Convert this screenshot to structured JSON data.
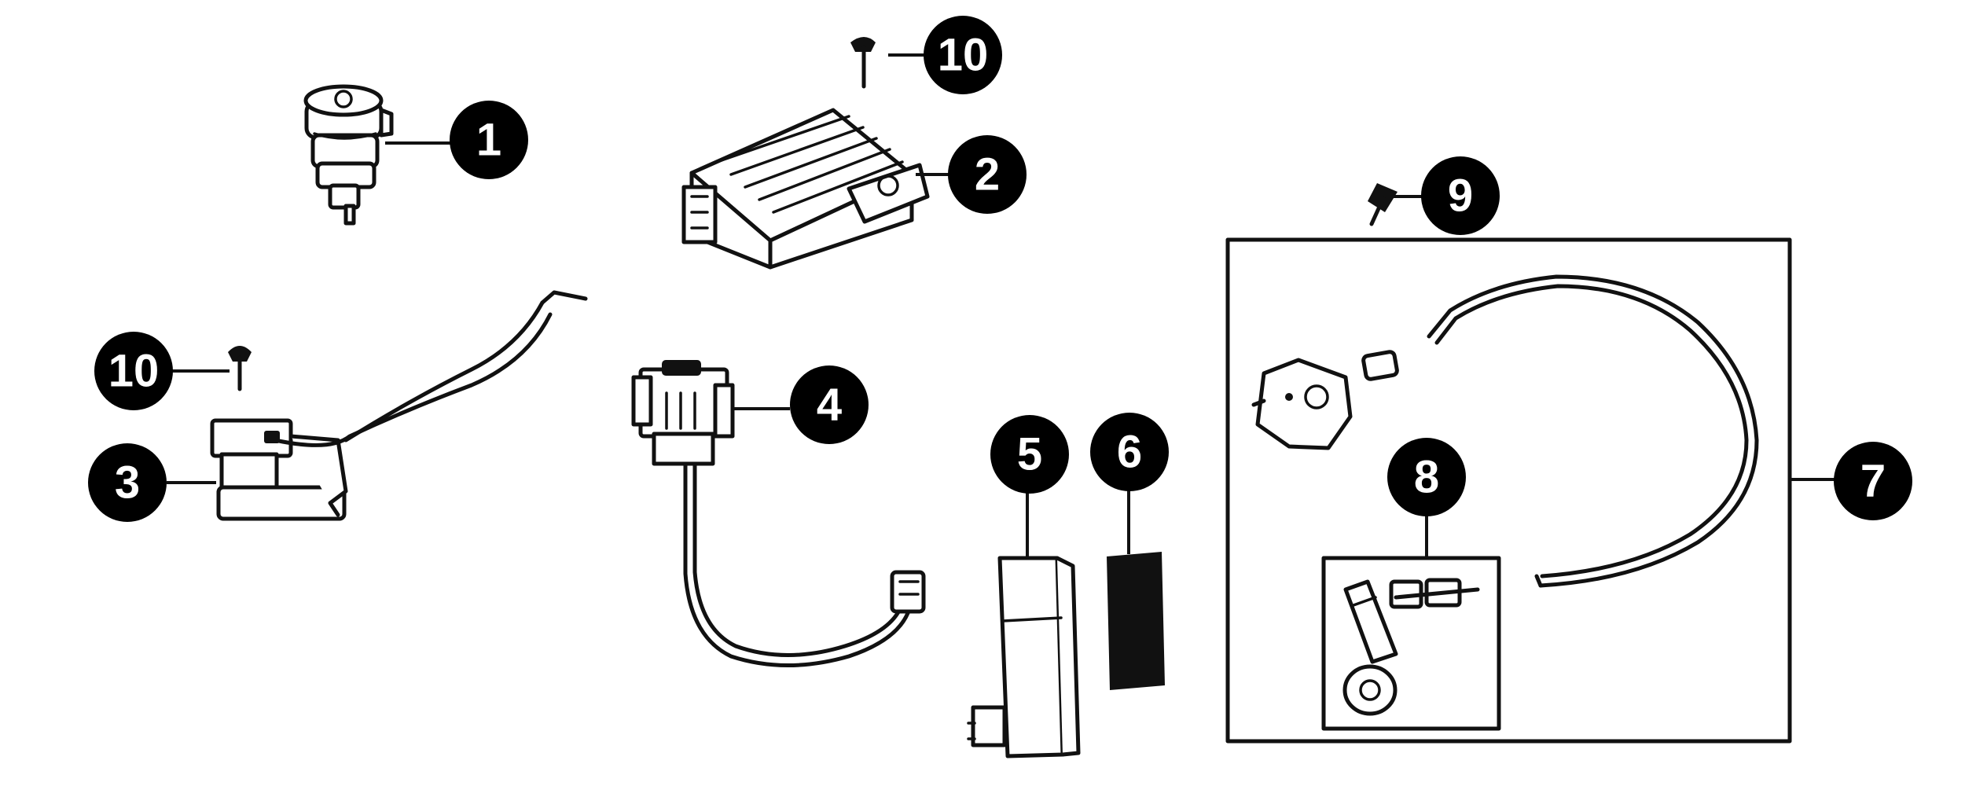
{
  "callouts": [
    {
      "id": "c1",
      "label": "1"
    },
    {
      "id": "c2",
      "label": "2"
    },
    {
      "id": "c3",
      "label": "3"
    },
    {
      "id": "c4",
      "label": "4"
    },
    {
      "id": "c5",
      "label": "5"
    },
    {
      "id": "c6",
      "label": "6"
    },
    {
      "id": "c7",
      "label": "7"
    },
    {
      "id": "c8",
      "label": "8"
    },
    {
      "id": "c9",
      "label": "9"
    },
    {
      "id": "c10a",
      "label": "10"
    },
    {
      "id": "c10b",
      "label": "10"
    }
  ],
  "colors": {
    "line": "#111111",
    "callout_fill": "#000000",
    "callout_text": "#ffffff",
    "background": "#ffffff"
  }
}
